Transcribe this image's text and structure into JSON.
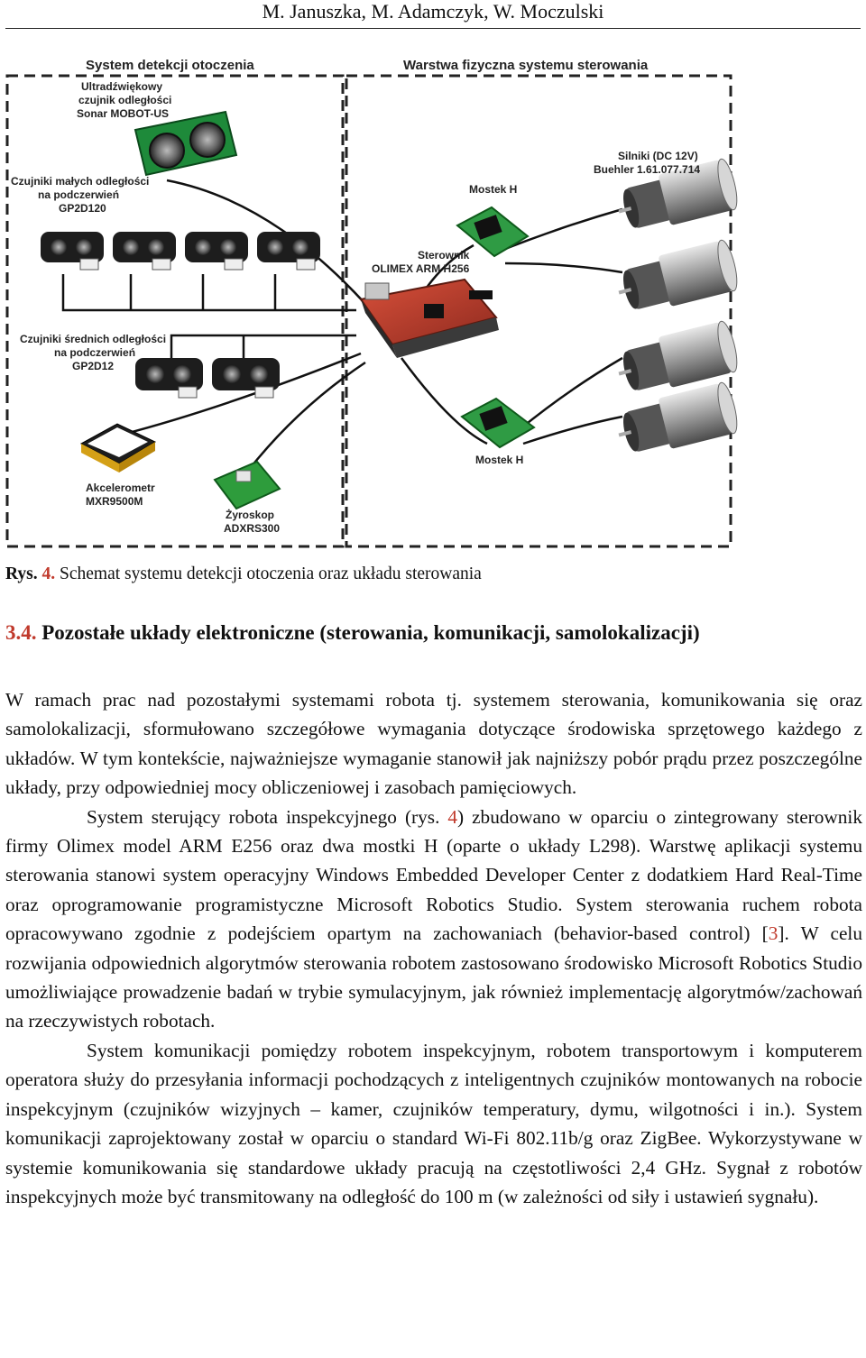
{
  "header": {
    "authors": "M. Januszka, M. Adamczyk, W. Moczulski"
  },
  "figure": {
    "left_title": "System detekcji otoczenia",
    "right_title": "Warstwa fizyczna systemu sterowania",
    "labels": {
      "sonar": [
        "Ultradźwiękowy",
        "czujnik odległości",
        "Sonar MOBOT-US"
      ],
      "short_ir": [
        "Czujniki małych odległości",
        "na podczerwień",
        "GP2D120"
      ],
      "mid_ir": [
        "Czujniki średnich odległości",
        "na podczerwień",
        "GP2D12"
      ],
      "accel": [
        "Akcelerometr",
        "MXR9500M"
      ],
      "gyro": [
        "Żyroskop",
        "ADXRS300"
      ],
      "controller": [
        "Sterownik",
        "OLIMEX ARM H256"
      ],
      "bridge_top": "Mostek H",
      "bridge_bottom": "Mostek H",
      "motors": [
        "Silniki (DC 12V)",
        "Buehler 1.61.077.714"
      ]
    },
    "caption_label": "Rys.",
    "caption_number": "4.",
    "caption_text": "Schemat systemu detekcji otoczenia oraz układu sterowania"
  },
  "section": {
    "number": "3.4.",
    "title": "Pozostałe układy elektroniczne (sterowania, komunikacji, samolokalizacji)"
  },
  "paragraphs": {
    "p1": "W ramach prac nad pozostałymi systemami robota tj. systemem sterowania, komunikowania się oraz samolokalizacji, sformułowano szczegółowe wymagania dotyczące środowiska sprzętowego każdego z układów. W tym kontekście, najważniejsze wymaganie stanowił jak najniższy pobór prądu przez poszczególne układy, przy odpowiedniej mocy obliczeniowej i zasobach pamięciowych.",
    "p2_a": "System sterujący robota inspekcyjnego (rys.",
    "p2_ref_fig": "4",
    "p2_b": ") zbudowano w oparciu o zintegrowany sterownik firmy Olimex model ARM E256 oraz dwa mostki H (oparte o układy L298). Warstwę aplikacji systemu sterowania stanowi system operacyjny Windows Embedded Developer Center z dodatkiem Hard Real-Time oraz oprogramowanie programistyczne Microsoft Robotics Studio. System sterowania ruchem robota opracowywano zgodnie z podejściem opartym na zachowaniach (behavior-based control) [",
    "p2_ref_cit": "3",
    "p2_c": "]. W celu rozwijania odpowiednich algorytmów sterowania robotem zastosowano środowisko Microsoft Robotics Studio umożliwiające prowadzenie badań w trybie symulacyjnym, jak również implementację algorytmów/zachowań na rzeczywistych robotach.",
    "p3": "System komunikacji pomiędzy robotem inspekcyjnym, robotem transportowym i komputerem operatora służy do przesyłania informacji pochodzących z inteligentnych czujników montowanych na robocie inspekcyjnym (czujników wizyjnych – kamer, czujników temperatury, dymu, wilgotności i in.). System komunikacji zaprojektowany został w oparciu o standard Wi-Fi 802.11b/g oraz ZigBee. Wykorzystywane w systemie komunikowania się standardowe układy pracują na częstotliwości 2,4 GHz. Sygnał z robotów inspekcyjnych może być transmitowany na odległość do 100 m (w zależności od siły i ustawień sygnału)."
  }
}
